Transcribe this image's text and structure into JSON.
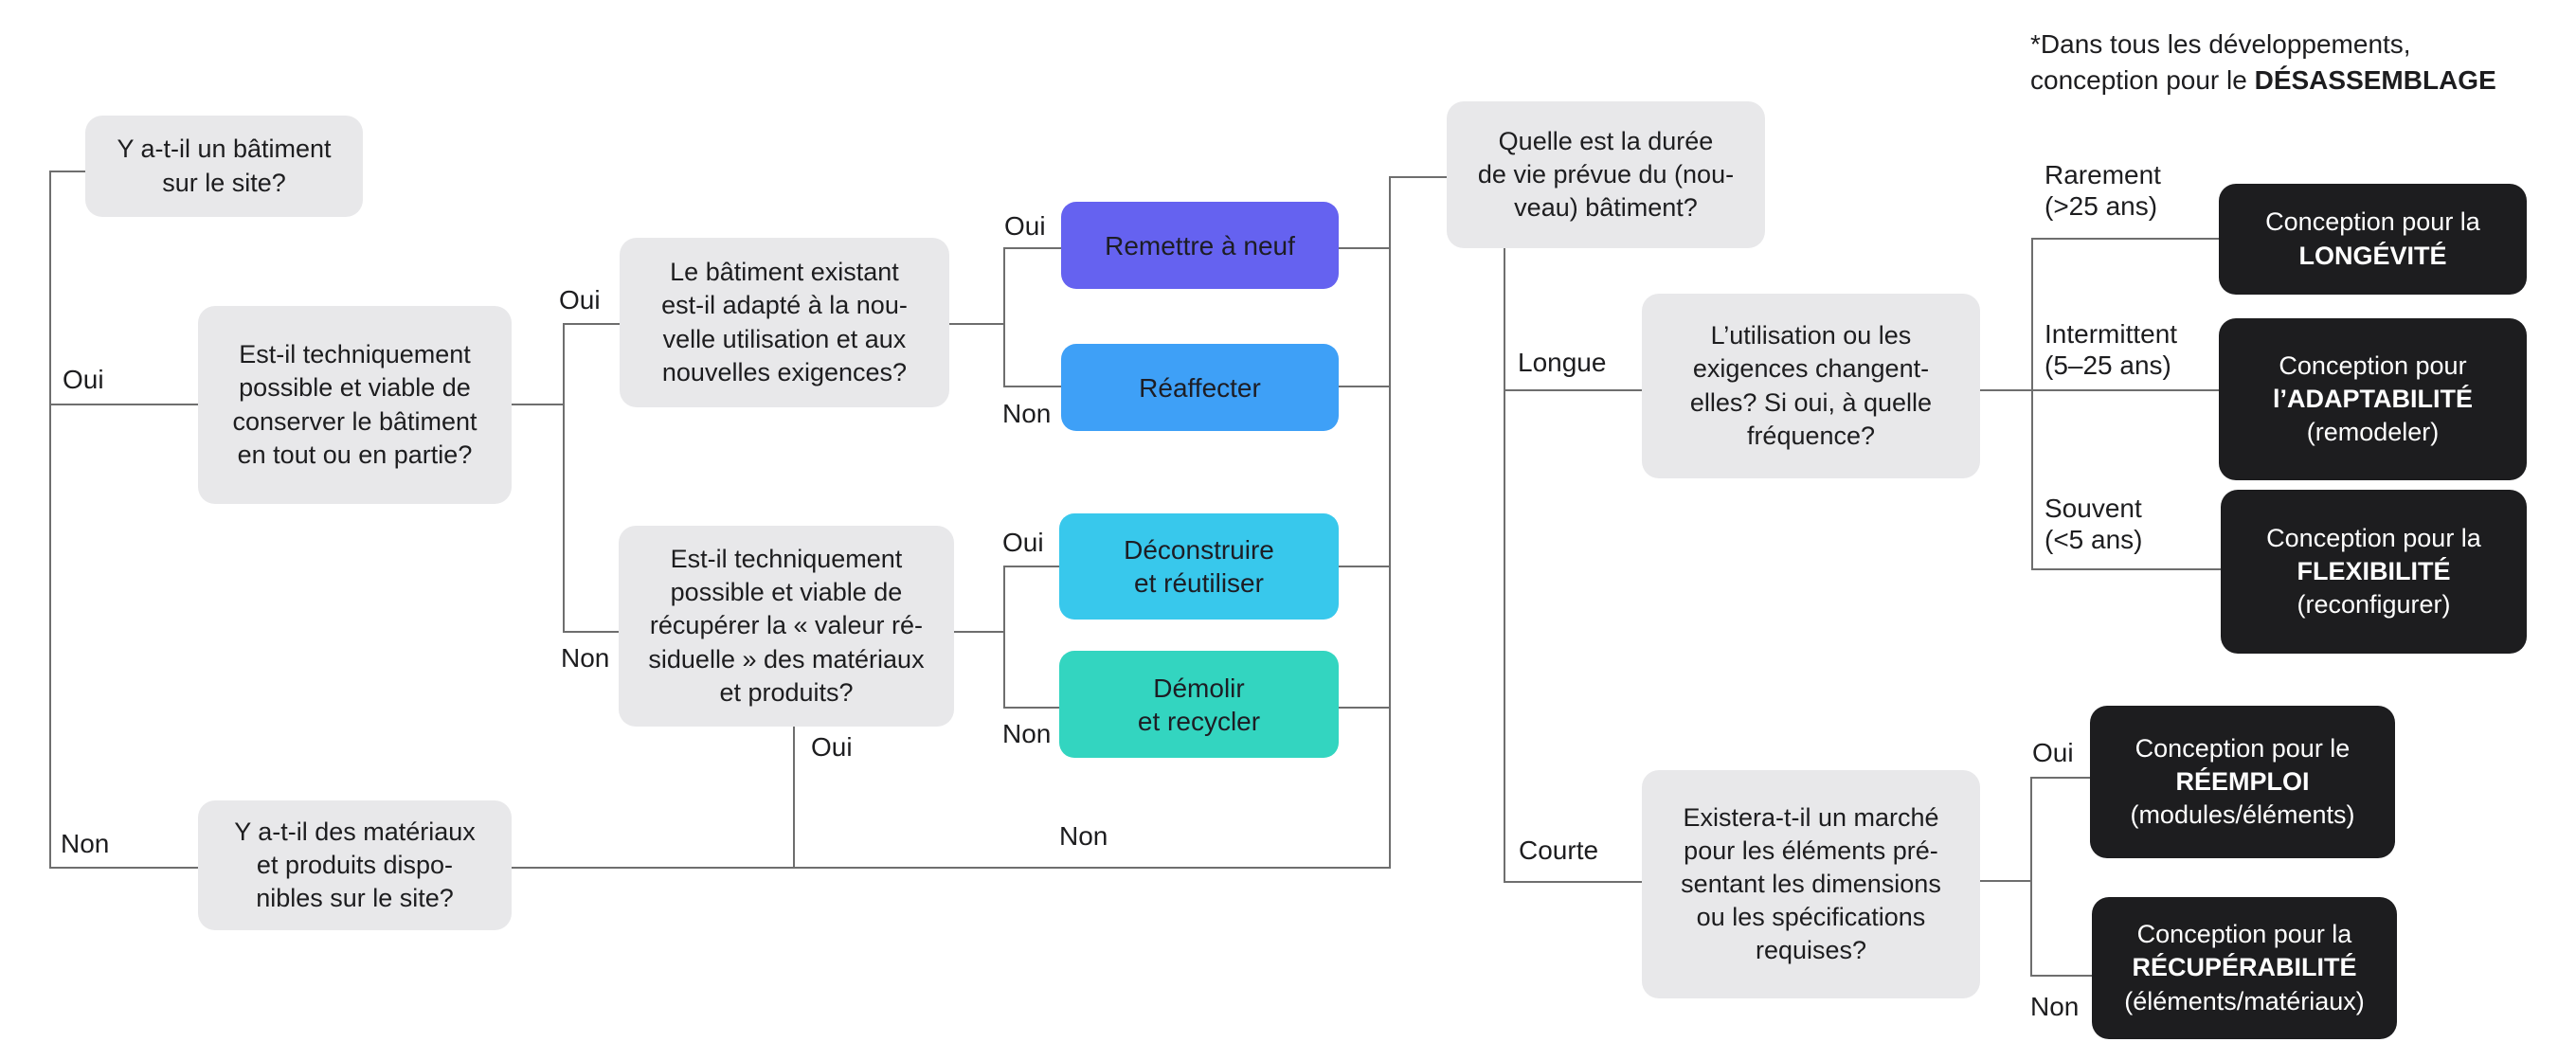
{
  "colors": {
    "box_gray": "#e8e8ea",
    "box_dark": "#1d1d1f",
    "purple": "#6562f0",
    "blue": "#3ea0f7",
    "cyan": "#38c8ec",
    "teal": "#33d5c0",
    "line": "#6e6e6e",
    "text_dark": "#1d1d1f",
    "text_light": "#ffffff",
    "background": "#ffffff"
  },
  "note": {
    "line1": "*Dans tous les développements,",
    "line2_pre": "conception pour le ",
    "line2_bold": "DÉSASSEMBLAGE"
  },
  "questions": {
    "has_building": "Y a-t-il un bâtiment\nsur le site?",
    "keep_building": "Est-il techniquement\npossible et viable de\nconserver le bâtiment\nen tout ou en partie?",
    "adapted_new_use": "Le bâtiment existant\nest-il adapté à la nou-\nvelle utilisation et aux\nnouvelles exigences?",
    "residual_value": "Est-il techniquement\npossible et viable de\nrécupérer la « valeur ré-\nsiduelle » des matériaux\net produits?",
    "materials_available": "Y a-t-il des matériaux\net produits dispo-\nnibles sur le site?",
    "lifespan": "Quelle est la durée\nde vie prévue du (nou-\nveau) bâtiment?",
    "change_frequency": "L’utilisation ou les\nexigences changent-\nelles? Si oui, à quelle\nfréquence?",
    "market_elements": "Existera-t-il un marché\npour les éléments pré-\nsentant les dimensions\nou les spécifications\nrequises?"
  },
  "actions": {
    "refurbish": "Remettre à neuf",
    "repurpose": "Réaffecter",
    "deconstruct": "Déconstruire\net réutiliser",
    "demolish": "Démolir\net recycler"
  },
  "outcomes": {
    "longevity": {
      "pre": "Conception pour la",
      "bold": "LONGÉVITÉ",
      "post": ""
    },
    "adaptability": {
      "pre": "Conception pour",
      "bold": "l’ADAPTABILITÉ",
      "post": "(remodeler)"
    },
    "flexibility": {
      "pre": "Conception pour la",
      "bold": "FLEXIBILITÉ",
      "post": "(reconfigurer)"
    },
    "reuse": {
      "pre": "Conception pour le",
      "bold": "RÉEMPLOI",
      "post": "(modules/éléments)"
    },
    "recoverability": {
      "pre": "Conception pour la",
      "bold": "RÉCUPÉRABILITÉ",
      "post": "(éléments/matériaux)"
    }
  },
  "labels": {
    "oui": "Oui",
    "non": "Non",
    "longue": "Longue",
    "courte": "Courte",
    "rarement": "Rarement\n(>25 ans)",
    "intermittent": "Intermittent\n(5–25 ans)",
    "souvent": "Souvent\n(<5 ans)"
  }
}
